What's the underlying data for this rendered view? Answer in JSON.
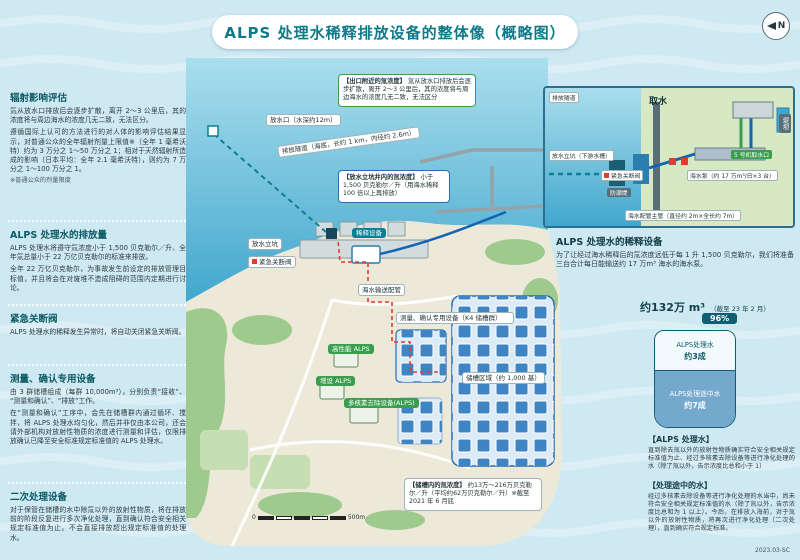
{
  "title": "ALPS 处理水稀释排放设备的整体像（概略图）",
  "compass": {
    "n": "N"
  },
  "doc_code": "2023.03-SC",
  "left_sections": [
    {
      "header": "辐射影响评估",
      "body1": "氚从放水口排放后会逐步扩散，离开 2～3 公里后，其的浓度将与周边海水的浓度几无二致，无法区分。",
      "body2": "遵循国际上认可的方法进行的对人体的影响评估结果显示，对普通公众的全年辐射剂量上限值※（全年 1 毫希沃特）约为 3 万分之 1～50 万分之 1；相对于天然辐射所造成的影响（日本平均：全年 2.1 毫希沃特），则约为 7 万分之 1～100 万分之 1。",
      "note": "※普通公众的剂量限度"
    },
    {
      "header": "ALPS 处理水的排放量",
      "body1": "ALPS 处理水将遵守氚浓度小于 1,500 贝克勒尔／升、全年氚总量小于 22 万亿贝克勒尔的标准来排放。",
      "body2": "全年 22 万亿贝克勒尔，为事故发生前设定的排放管理目标值，并且将会在对废堆不造成阻碍的范围内定期进行讨论。"
    },
    {
      "header": "紧急关断阀",
      "body1": "ALPS 处理水的稀释发生异常时，将自动关闭紧急关断阀。"
    },
    {
      "header": "测量、确认专用设备",
      "body1": "由 3 群储槽组成（每群 10,000m³），分别负责“接收”、“测量和确认”、“排放”工作。",
      "body2": "在“测量和确认”工序中，会先在储槽群内通过循环、搅拌，将 ALPS 处理水均匀化，然后并非仅由本公司，还会请外部机构对放射性物质的浓度进行测量和评估，仅限排放确认已降至安全标准规定标准值的 ALPS 处理水。"
    },
    {
      "header": "二次处理设备",
      "body1": "对于保管在储槽的水中除氚以外的放射性物质，将在排放前的阶段反复进行多次净化处理，直到确认符合安全相关规定标准值为止。不会直接排放超出规定标准值的处理水。"
    }
  ],
  "right": {
    "dilution": {
      "header": "ALPS 处理水的稀释设备",
      "body": "为了让经过海水稀释后的氚浓度远低于每 1 升 1,500 贝克勒尔，我们将准备三台合计每日能输送约 17 万m³ 海水的海水泵。"
    },
    "storage": {
      "amount": "约132万 m³",
      "as_of": "（截至 23 年 2 月）",
      "capacity_pct": "96%",
      "tank_segments": [
        {
          "label": "ALPS处理水",
          "value": "约3成"
        },
        {
          "label": "ALPS处理途中水",
          "value": "约7成"
        }
      ]
    },
    "definitions": [
      {
        "header": "【ALPS 处理水】",
        "body": "直到除去氚以外的放射性物质确实符合安全相关规定标准值为止、经过多核素去除设备等进行净化处理的水（除了氚以外，告示浓度比总和小于 1）"
      },
      {
        "header": "【处理途中的水】",
        "body": "经过多核素去除设备等进行净化处理的水当中，尚未符合安全相关规定标准值的水（除了氚以外，告示浓度比总和为 1 以上）。今后，在排放入海前，对于氚以外的放射性物质，将再次进行净化处理（二次处理），直到确实符合规定标准。"
      }
    ]
  },
  "map": {
    "callouts": {
      "outlet": {
        "title": "【出口附近的氚浓度】",
        "body": "氚从放水口排放后会逐步扩散，离开 2～3 公里后，其的浓度将与周边海水的浓度几无二致，无法区分"
      },
      "shaft": {
        "title": "【放水立坑井内的氚浓度】",
        "body": "小于 1,500 贝克勒尔／升（用海水稀释 100 倍以上再排放）"
      },
      "tank": {
        "title": "【储槽内的氚浓度】",
        "body": "约13万～216万贝克勒尔／升（平均约62万贝克勒尔／升）※截至 2021 年 6 月底"
      }
    },
    "labels": {
      "outlet": "放水口（水深约12m）",
      "tunnel": "排放隧道（海底，长约 1 km，内径约 2.6m）",
      "shaft": "放水立坑",
      "valve": "紧急关断阀",
      "dilution": "稀释设备",
      "pipe": "海水输送配管",
      "hp_alps": "高性能 ALPS",
      "add_alps": "增设 ALPS",
      "alps": "多核素去除设备(ALPS)",
      "k4": "测量、确认专用设备（K4 储槽群）",
      "tank_area": "储槽区域（约 1,000 基）"
    },
    "scale": {
      "start": "0",
      "end": "500m"
    }
  },
  "inset": {
    "tunnel": "排放隧道",
    "intake": "取水",
    "dike": "堤坝",
    "shaft": "放水立坑（下游水槽）",
    "valve": "紧急关断阀",
    "seawall": "防潮堤",
    "intake5": "5 号机取水口",
    "pumps": "海水泵（约 17 万m³/日×3 台）",
    "pipe_header": "海水配管主管（直径约 2m×全长约 7m）"
  }
}
